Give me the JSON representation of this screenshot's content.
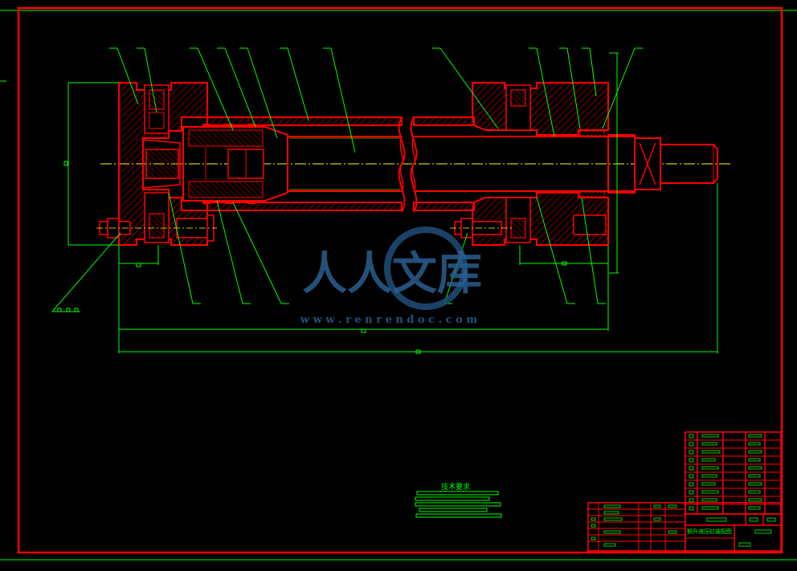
{
  "colors": {
    "background": "#000000",
    "frame": "#ff0000",
    "section": "#ff0000",
    "dimension": "#00ff00",
    "centerline": "#ffff00",
    "leader": "#00ff00",
    "watermark": "#1f4e79"
  },
  "drawing": {
    "tech_requirements_title": "技术要求",
    "title_block_name": "额升液压缸装配图"
  },
  "watermark": {
    "brand": "人人文库",
    "url": "w w w . r e n r e n d o c . c o m"
  }
}
